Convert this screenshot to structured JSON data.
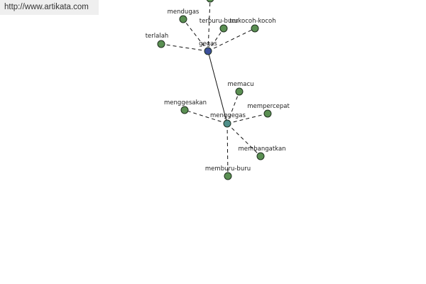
{
  "site_url": "http://www.artikata.com",
  "colors": {
    "leaf": "#5a8f52",
    "hub_primary": "#3b4f9a",
    "hub_secondary": "#4f8f8a"
  },
  "graph": {
    "hubs": [
      {
        "id": "gegas",
        "label": "gegas"
      },
      {
        "id": "menggegas",
        "label": "menggegas"
      }
    ],
    "leaves": [
      {
        "id": "top",
        "label": "",
        "hub": "gegas"
      },
      {
        "id": "mendugas",
        "label": "mendugas",
        "hub": "gegas"
      },
      {
        "id": "terburu-buru",
        "label": "terburu-buru",
        "hub": "gegas"
      },
      {
        "id": "terkocoh-kocoh",
        "label": "terkocoh-kocoh",
        "hub": "gegas"
      },
      {
        "id": "terlalah",
        "label": "terlalah",
        "hub": "gegas"
      },
      {
        "id": "memacu",
        "label": "memacu",
        "hub": "menggegas"
      },
      {
        "id": "menggesakan",
        "label": "menggesakan",
        "hub": "menggegas"
      },
      {
        "id": "mempercepat",
        "label": "mempercepat",
        "hub": "menggegas"
      },
      {
        "id": "membangatkan",
        "label": "membangatkan",
        "hub": "menggegas"
      },
      {
        "id": "memburu-buru",
        "label": "memburu-buru",
        "hub": "menggegas"
      }
    ]
  }
}
